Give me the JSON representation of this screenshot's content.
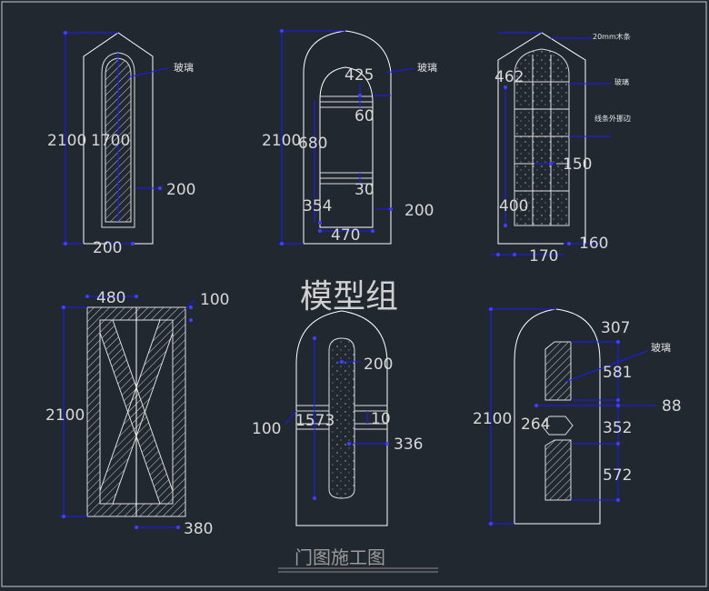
{
  "drawing": {
    "main_title": "模型组",
    "subtitle": "门图施工图",
    "door1": {
      "glass": "玻璃",
      "h_total": "2100",
      "h_glass": "1700",
      "d_side": "200",
      "d_bottom": "200"
    },
    "door2": {
      "glass": "玻璃",
      "d_top": "425",
      "d_60": "60",
      "h_left": "2100",
      "h_680": "680",
      "d_30": "30",
      "d_354": "354",
      "d_200": "200",
      "d_470": "470"
    },
    "door3": {
      "note1": "20mm木条",
      "note2": "玻璃",
      "note3": "线条外挪边",
      "d_462": "462",
      "d_150": "150",
      "d_400": "400",
      "d_170": "170",
      "d_160": "160"
    },
    "door4": {
      "d_480": "480",
      "d_100": "100",
      "h_total": "2100",
      "d_380": "380"
    },
    "door5": {
      "d_200": "200",
      "d_100": "100",
      "d_1573": "1573",
      "d_10": "10",
      "d_336": "336"
    },
    "door6": {
      "glass": "玻璃",
      "d_307": "307",
      "d_581": "581",
      "d_88": "88",
      "h_total": "2100",
      "d_264": "264",
      "d_352": "352",
      "d_572": "572"
    }
  }
}
